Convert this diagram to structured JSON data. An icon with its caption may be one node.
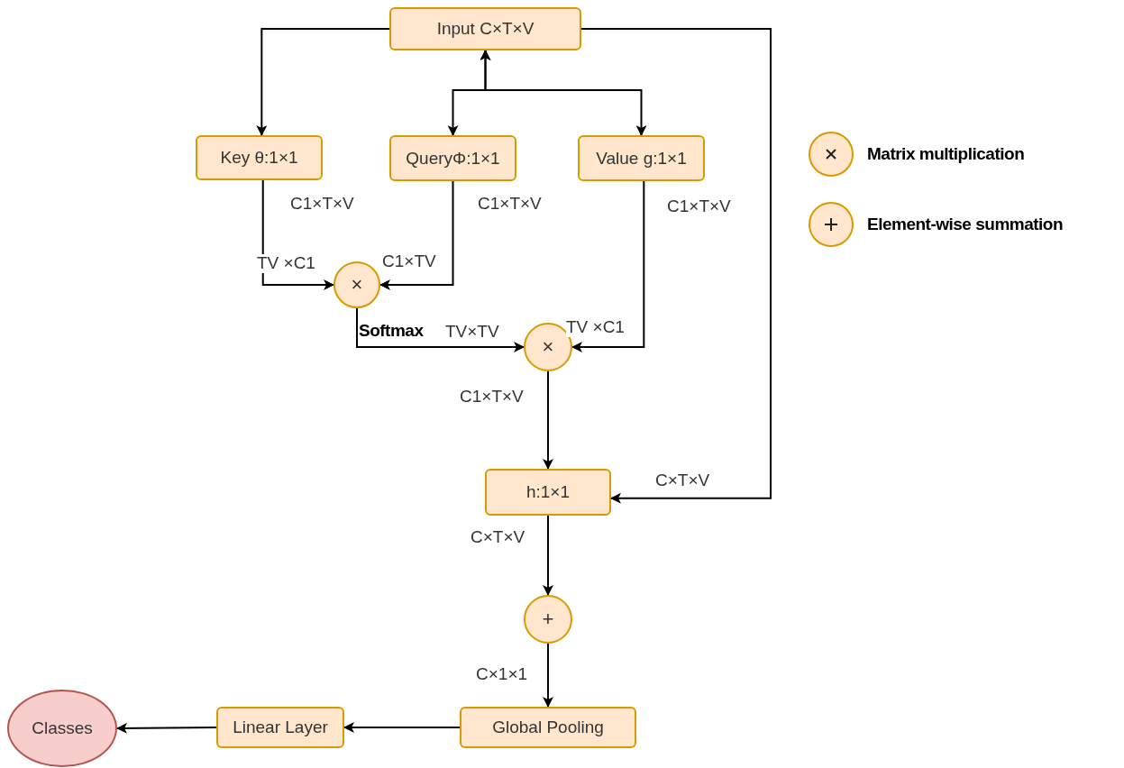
{
  "diagram": {
    "nodes": [
      {
        "text": [
          "Input C×T×V"
        ]
      },
      {
        "text": [
          "Key θ:1×1"
        ]
      },
      {
        "text": [
          "QueryΦ:1×1"
        ]
      },
      {
        "text": [
          "Value g:1×1"
        ]
      },
      {
        "text": [
          "×"
        ]
      },
      {
        "text": [
          "×"
        ]
      },
      {
        "text": [
          "h:1×1"
        ]
      },
      {
        "text": [
          "+"
        ]
      },
      {
        "text": [
          "Global Pooling"
        ]
      },
      {
        "text": [
          "Linear Layer"
        ]
      },
      {
        "text": [
          "Classes"
        ]
      }
    ],
    "edges": [
      {
        "from": 0,
        "to": 1,
        "arrow": "to"
      },
      {
        "from": 0,
        "to": 2,
        "arrow": "both"
      },
      {
        "from": 0,
        "to": 3,
        "arrow": "both"
      },
      {
        "from": 0,
        "to": 6,
        "arrow": "to",
        "label": "C×T×V"
      },
      {
        "from": 1,
        "to": 4,
        "arrow": "to",
        "label": "TV ×C1"
      },
      {
        "from": 2,
        "to": 4,
        "arrow": "to",
        "label": "C1×TV"
      },
      {
        "from": 3,
        "to": 5,
        "arrow": "to",
        "label": "TV ×C1"
      },
      {
        "from": 4,
        "to": 5,
        "arrow": "to",
        "label": "TV×TV"
      },
      {
        "from": 5,
        "to": 6,
        "arrow": "to",
        "label": "C1×T×V"
      },
      {
        "from": 6,
        "to": 7,
        "arrow": "to",
        "label": "C×T×V"
      },
      {
        "from": 7,
        "to": 8,
        "arrow": "to",
        "label": "C×1×1"
      },
      {
        "from": 8,
        "to": 9,
        "arrow": "to"
      },
      {
        "from": 9,
        "to": 10,
        "arrow": "to"
      }
    ],
    "labels": [
      "C1×T×V",
      "C1×T×V",
      "C1×T×V",
      "Softmax"
    ],
    "legend": [
      {
        "text": "Matrix multiplication"
      },
      {
        "text": "Element-wise summation"
      }
    ]
  }
}
